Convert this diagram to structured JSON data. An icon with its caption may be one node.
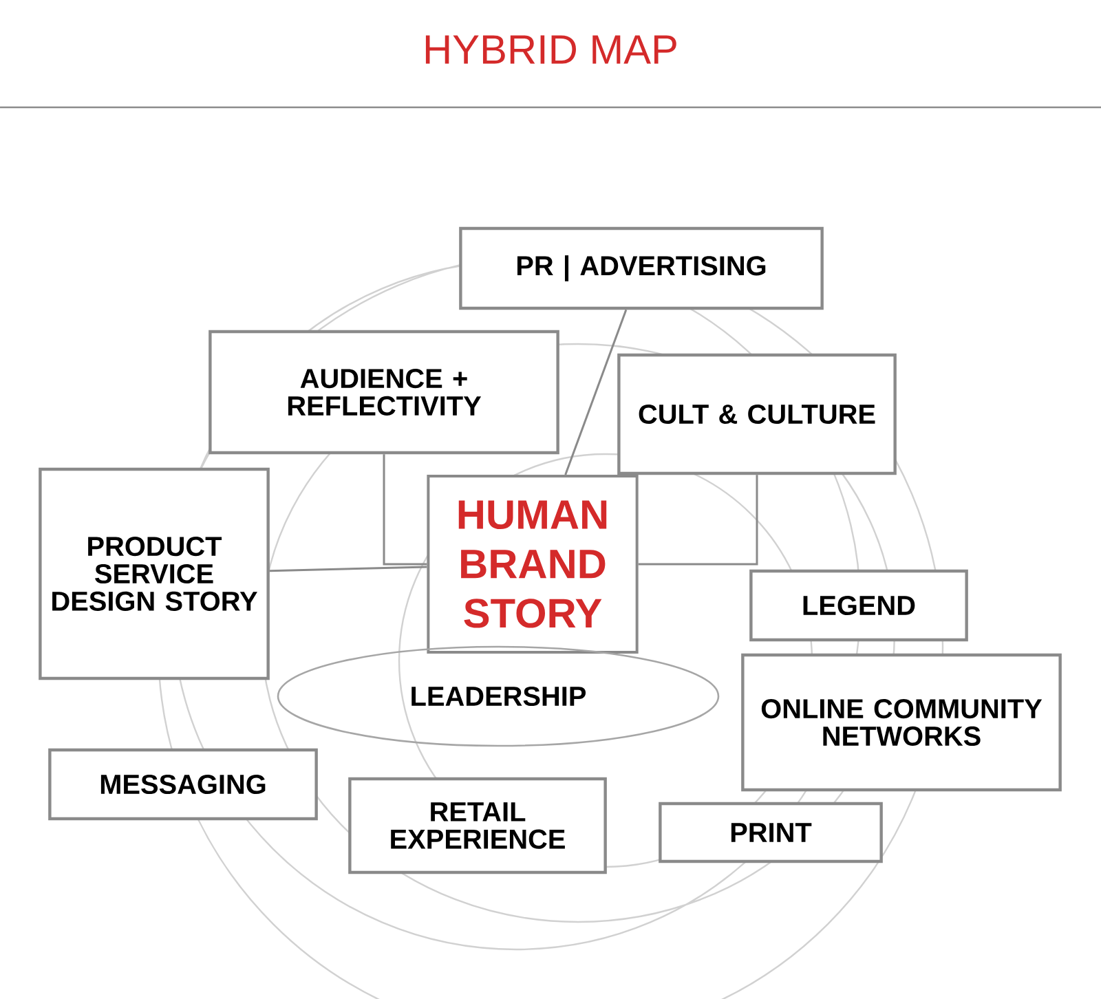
{
  "diagram": {
    "title": "HYBRID MAP",
    "nodes": [
      {
        "text": [
          "PR | ADVERTISING"
        ]
      },
      {
        "text": [
          "AUDIENCE + REFLECTIVITY"
        ]
      },
      {
        "text": [
          "CULT & CULTURE"
        ]
      },
      {
        "text": [
          "PRODUCT SERVICE DESIGN STORY"
        ]
      },
      {
        "text": [
          "HUMAN BRAND STORY"
        ]
      },
      {
        "text": [
          "LEGEND"
        ]
      },
      {
        "text": [
          "LEADERSHIP"
        ]
      },
      {
        "text": [
          "ONLINE COMMUNITY NETWORKS"
        ]
      },
      {
        "text": [
          "MESSAGING"
        ]
      },
      {
        "text": [
          "RETAIL EXPERIENCE"
        ]
      },
      {
        "text": [
          "PRINT"
        ]
      }
    ],
    "edges": [
      {
        "from": 0,
        "to": 4,
        "arrow": "none"
      },
      {
        "from": 1,
        "to": 4,
        "arrow": "none"
      },
      {
        "from": 2,
        "to": 4,
        "arrow": "none"
      },
      {
        "from": 3,
        "to": 4,
        "arrow": "none"
      }
    ]
  }
}
